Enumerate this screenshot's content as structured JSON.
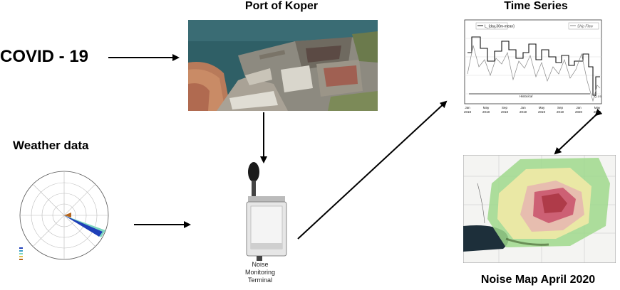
{
  "diagram": {
    "covid": "COVID - 19",
    "port": {
      "title": "Port of Koper"
    },
    "time_series": {
      "title": "Time Series",
      "legend_left": "L_{day,30m-mean}",
      "legend_right": "Ship Flow",
      "x_ticks": [
        "Jan\n2018",
        "May\n2018",
        "Sep\n2018",
        "Jan\n2019",
        "May\n2019",
        "Sep\n2019",
        "Jan\n2020",
        "May\n2020"
      ],
      "period_label": "Historical",
      "right_label": "Q-1/1",
      "colors": {
        "noise": "#111111",
        "ship": "#888888"
      }
    },
    "weather": {
      "title": "Weather data"
    },
    "terminal": {
      "caption_line1": "Noise",
      "caption_line2": "Monitoring",
      "caption_line3": "Terminal"
    },
    "noise_map": {
      "title": "Noise Map April 2020"
    }
  }
}
